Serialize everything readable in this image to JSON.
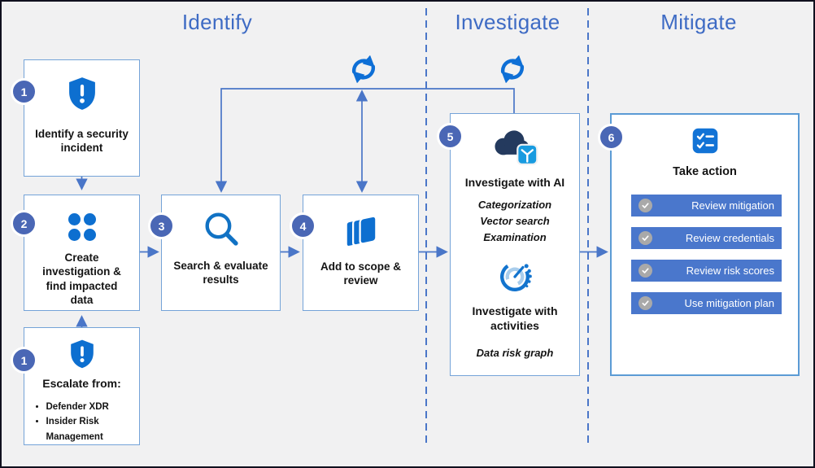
{
  "phases": [
    {
      "label": "Identify"
    },
    {
      "label": "Investigate"
    },
    {
      "label": "Mitigate"
    }
  ],
  "steps": {
    "identify_incident": {
      "badge": "1",
      "title": "Identify a security incident"
    },
    "create_investigation": {
      "badge": "2",
      "title": "Create investigation & find impacted data"
    },
    "search_evaluate": {
      "badge": "3",
      "title": "Search & evaluate results"
    },
    "add_scope": {
      "badge": "4",
      "title": "Add to scope & review"
    },
    "escalate": {
      "badge": "1",
      "title": "Escalate from:",
      "bullets": [
        "Defender XDR",
        "Insider Risk Management"
      ]
    },
    "investigate_ai": {
      "badge": "5",
      "ai_title": "Investigate with AI",
      "ai_methods": [
        "Categorization",
        "Vector search",
        "Examination"
      ],
      "activities_title": "Investigate with activities",
      "activities_methods": [
        "Data risk graph"
      ]
    },
    "take_action": {
      "badge": "6",
      "title": "Take action",
      "actions": [
        "Review mitigation",
        "Review credentials",
        "Review risk scores",
        "Use mitigation plan"
      ]
    }
  },
  "colors": {
    "background": "#f1f1f2",
    "phase_title_blue": "#3e6bc4",
    "connector_blue": "#4a76c8",
    "badge_blue": "#4a67b5",
    "icon_blue": "#0d6fd0",
    "dark_navy_cloud": "#243a5e",
    "cube_blue": "#189be0",
    "button_blue": "#4a77cc",
    "check_circle_gray": "#a9a9a9",
    "box_border_blue": "#74a3d8"
  }
}
